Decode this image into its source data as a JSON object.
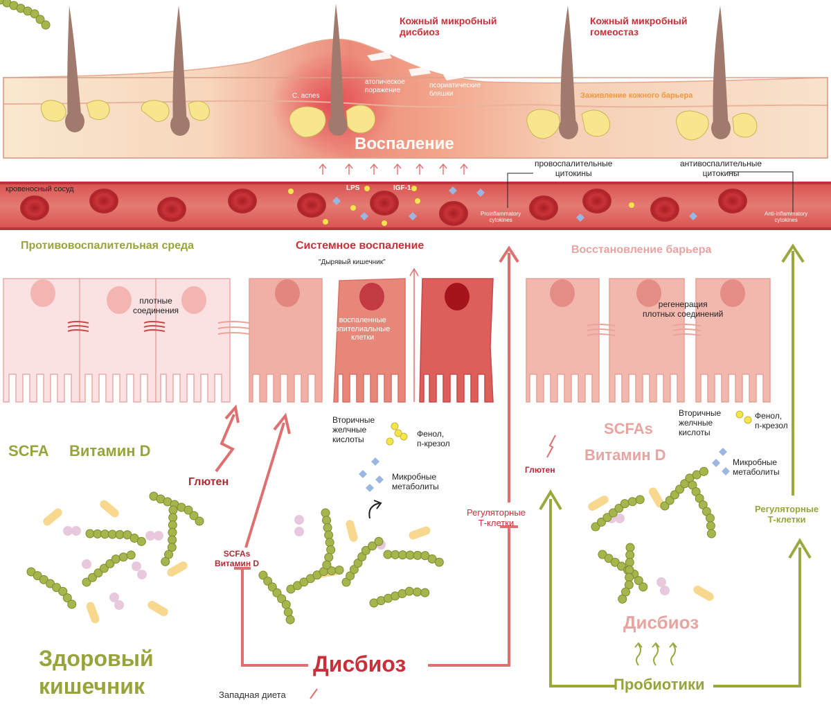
{
  "skin": {
    "dysbiosis_title": "Кожный микробный\nдисбиоз",
    "homeostasis_title": "Кожный микробный\nгомеостаз",
    "c_acnes": "C. acnes",
    "atopic_lesion": "атопическое\nпоражение",
    "psoriatic_plaques": "псориатические\nбляшки",
    "barrier_healing": "Заживление кожного барьера",
    "inflammation": "Воспаление"
  },
  "vessel": {
    "label": "кровеносный сосуд",
    "lps": "LPS",
    "igf1": "IGF-1",
    "proinflammatory_ru": "провоспалительные\nцитокины",
    "antiinflammatory_ru": "антивоспалительные\nцитокины",
    "proinflammatory_en": "Proinflammatory\ncytokines",
    "antiinflammatory_en": "Anti-inflammatory\ncytokines"
  },
  "sections": {
    "anti_inflammatory_env": "Противовоспалительная среда",
    "systemic_inflammation": "Системное воспаление",
    "leaky_gut": "\"Дырявый кишечник\"",
    "barrier_restoration": "Восстановление барьера"
  },
  "epithelium": {
    "tight_junctions": "плотные\nсоединения",
    "inflamed_cells": "воспаленные\nэпителиальные\nклетки",
    "tight_junction_regen": "регенерация\nплотных соединений"
  },
  "left_gut": {
    "scfa": "SCFA",
    "vitamin_d": "Витамин D",
    "healthy_gut": "Здоровый\nкишечник"
  },
  "middle_gut": {
    "gluten": "Глютен",
    "scfas_vitd": "SCFAs\nВитамин D",
    "secondary_bile": "Вторичные\nжелчные\nкислоты",
    "phenol": "Фенол,\nп-крезол",
    "microbial_metabolites": "Микробные\nметаболиты",
    "treg": "Регуляторные\nТ-клетки",
    "dysbiosis": "Дисбиоз",
    "western_diet": "Западная диета"
  },
  "right_gut": {
    "gluten": "Глютен",
    "scfas": "SCFAs",
    "vitamin_d": "Витамин D",
    "secondary_bile": "Вторичные\nжелчные\nкислоты",
    "phenol": "Фенол,\nп-крезол",
    "microbial_metabolites": "Микробные\nметаболиты",
    "treg": "Регуляторные\nТ-клетки",
    "dysbiosis": "Дисбиоз",
    "probiotics": "Пробиотики"
  },
  "colors": {
    "red": "#c8303a",
    "olive": "#98a43a",
    "pink": "#e7a4a0",
    "arrow_red": "#e07070",
    "arrow_olive": "#9aa83e"
  }
}
